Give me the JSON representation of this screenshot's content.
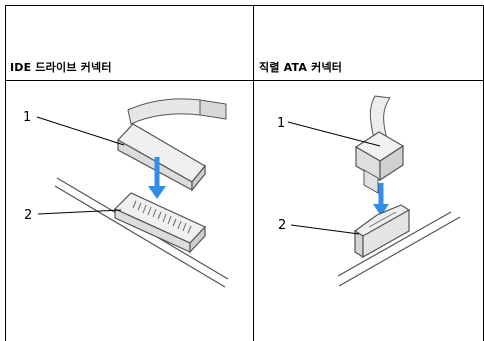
{
  "table": {
    "columns": [
      {
        "header": "IDE 드라이브 커넥터",
        "callouts": [
          "1",
          "2"
        ]
      },
      {
        "header": "직렬 ATA 커넥터",
        "callouts": [
          "1",
          "2"
        ]
      }
    ]
  },
  "colors": {
    "border": "#000000",
    "arrow": "#2f8fe6",
    "connector_fill": "#ececec",
    "connector_stroke": "#555555"
  }
}
